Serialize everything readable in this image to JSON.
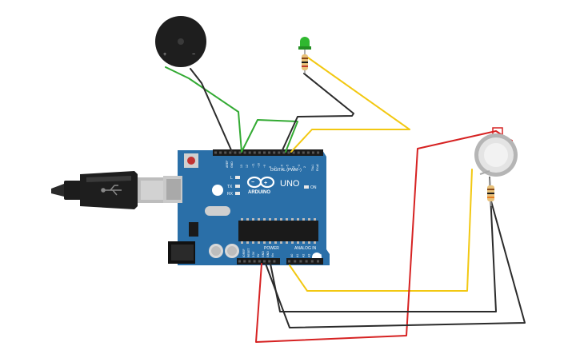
{
  "board": {
    "brand": "ARDUINO",
    "model": "UNO",
    "digital_header": "DIGITAL (PWM~)",
    "power_header": "POWER",
    "analog_header": "ANALOG IN",
    "on_led": "ON",
    "tx_led": "TX",
    "rx_led": "RX",
    "l_led": "L",
    "aref": "AREF",
    "gnd": "GND",
    "ioref": "IOREF",
    "reset": "RESET",
    "v33": "3.3V",
    "v5": "5V",
    "vin": "Vin",
    "tx_pin": "TX▸1",
    "rx_pin": "RX◂0",
    "digital_pins": [
      "13",
      "12",
      "~11",
      "~10",
      "~9",
      "8",
      "7",
      "~6",
      "~5",
      "4",
      "~3",
      "2"
    ],
    "analog_pins": [
      "A0",
      "A1",
      "A2",
      "A3",
      "A4",
      "A5"
    ]
  },
  "buzzer": {
    "plus": "+",
    "minus": "−"
  },
  "colors": {
    "board_blue": "#2a6fa8",
    "wire_green": "#33aa33",
    "wire_black": "#2b2b2b",
    "wire_yellow": "#f2c812",
    "wire_red": "#d62222"
  }
}
